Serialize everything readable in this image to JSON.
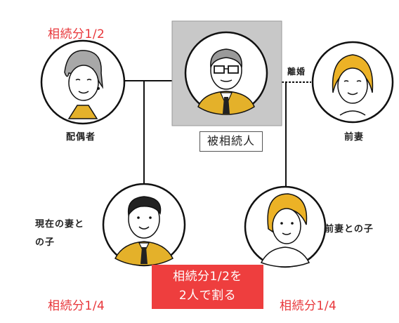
{
  "shares": {
    "spouse": "相続分1/2",
    "current_child": "相続分1/4",
    "former_child": "相続分1/4"
  },
  "persons": {
    "spouse": "配偶者",
    "deceased": "被相続人",
    "former_wife": "前妻",
    "current_child_line1": "現在の妻と",
    "current_child_line2": "の子",
    "former_child": "前妻との子"
  },
  "relations": {
    "divorce": "離婚"
  },
  "note": {
    "line1": "相続分1/2を",
    "line2": "2人で割る"
  },
  "colors": {
    "accent_red": "#ee3e3e",
    "jacket_yellow": "#e4b12a",
    "deceased_bg": "#c8c8c8"
  }
}
